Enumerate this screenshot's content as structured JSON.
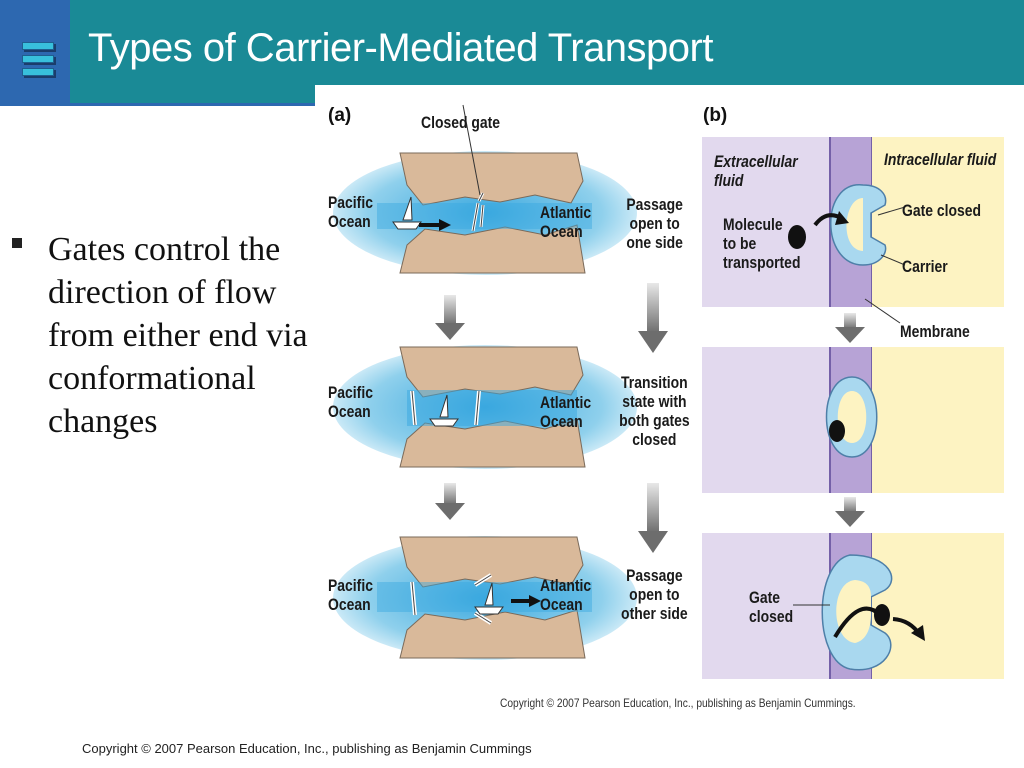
{
  "slide": {
    "title": "Types of Carrier-Mediated Transport",
    "bullets": [
      "Gates control the direction of flow from either end via conformational changes"
    ],
    "footer": "Copyright © 2007 Pearson Education, Inc., publishing as Benjamin Cummings"
  },
  "figure": {
    "part_a": {
      "label": "(a)",
      "closed_gate": "Closed gate",
      "pacific": "Pacific Ocean",
      "atlantic": "Atlantic Ocean",
      "step1": "Passage open to one side",
      "step2": "Transition state with both gates closed",
      "step3": "Passage open to other side"
    },
    "part_b": {
      "label": "(b)",
      "extracellular": "Extracellular fluid",
      "intracellular": "Intracellular fluid",
      "molecule": "Molecule to be transported",
      "gate_closed": "Gate closed",
      "carrier": "Carrier",
      "membrane": "Membrane",
      "gate_closed_2": "Gate closed"
    },
    "copyright": "Copyright © 2007 Pearson Education, Inc., publishing as Benjamin Cummings.",
    "colors": {
      "water": "#7fcbe8",
      "land": "#d9b99a",
      "extracellular": "#e2d9ee",
      "intracellular": "#fdf3c2",
      "membrane": "#b7a3d6",
      "carrier": "#a9d8ef"
    }
  }
}
